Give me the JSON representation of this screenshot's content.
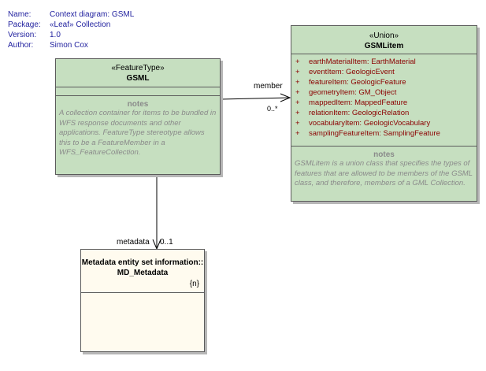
{
  "info": {
    "name_key": "Name:",
    "name_val": "Context diagram: GSML",
    "package_key": "Package:",
    "package_val": "«Leaf» Collection",
    "version_key": "Version:",
    "version_val": "1.0",
    "author_key": "Author:",
    "author_val": "Simon Cox"
  },
  "gsml": {
    "stereotype": "«FeatureType»",
    "title": "GSML",
    "notes_title": "notes",
    "notes": "A collection container for items to be bundled in WFS response documents and other applications. FeatureType stereotype allows this to be a FeatureMember in a WFS_FeatureCollection."
  },
  "gsmlitem": {
    "stereotype": "«Union»",
    "title": "GSMLitem",
    "attributes": [
      {
        "visibility": "+",
        "text": "earthMaterialItem:  EarthMaterial"
      },
      {
        "visibility": "+",
        "text": "eventItem:  GeologicEvent"
      },
      {
        "visibility": "+",
        "text": "featureItem:  GeologicFeature"
      },
      {
        "visibility": "+",
        "text": "geometryItem:  GM_Object"
      },
      {
        "visibility": "+",
        "text": "mappedItem:  MappedFeature"
      },
      {
        "visibility": "+",
        "text": "relationItem:  GeologicRelation"
      },
      {
        "visibility": "+",
        "text": "vocabularyItem:  GeologicVocabulary"
      },
      {
        "visibility": "+",
        "text": "samplingFeatureItem:  SamplingFeature"
      }
    ],
    "notes_title": "notes",
    "notes": "GSMLitem is a union class that specifies the types of features that are allowed to be members of the GSML class, and therefore, members of a GML Collection."
  },
  "metadata": {
    "title": "Metadata entity set information::",
    "title2": "MD_Metadata",
    "tag": "{n}"
  },
  "associations": {
    "member_role": "member",
    "member_mult": "0..*",
    "metadata_role": "metadata",
    "metadata_mult": "0..1"
  }
}
